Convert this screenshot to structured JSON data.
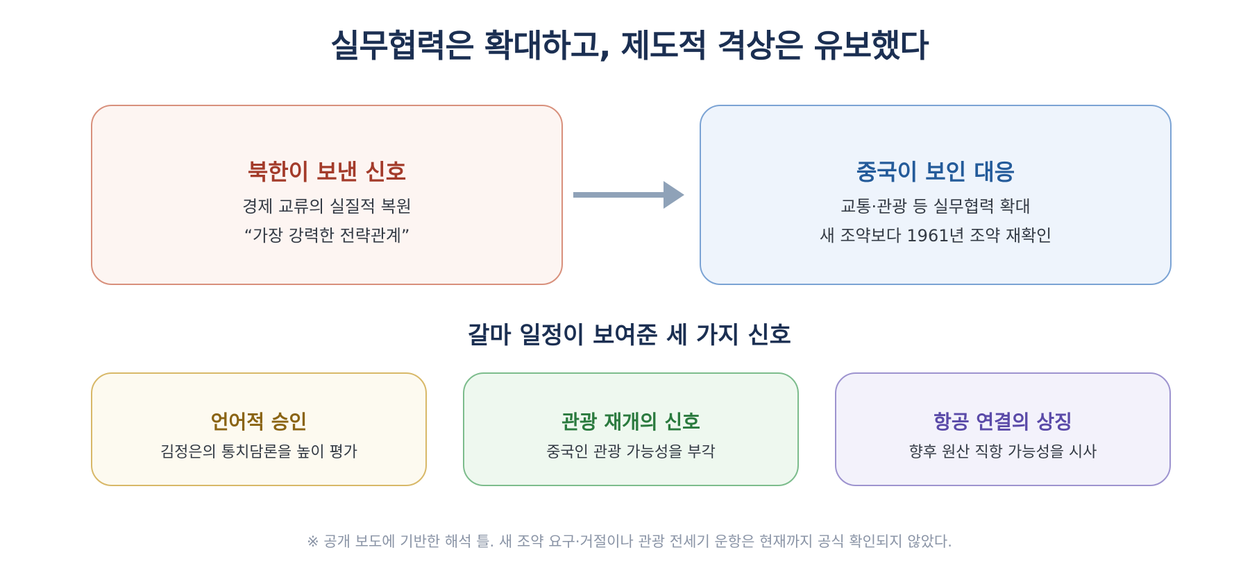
{
  "title": "실무협력은 확대하고, 제도적 격상은 유보했다",
  "left_box": {
    "heading": "북한이 보낸 신호",
    "line1": "경제 교류의 실질적 복원",
    "line2": "“가장 강력한 전략관계”"
  },
  "right_box": {
    "heading": "중국이 보인 대응",
    "line1": "교통·관광 등 실무협력 확대",
    "line2": "새 조약보다 1961년 조약 재확인"
  },
  "subtitle": "갈마 일정이 보여준 세 가지 신호",
  "signals": [
    {
      "heading": "언어적 승인",
      "text": "김정은의 통치담론을 높이 평가"
    },
    {
      "heading": "관광 재개의 신호",
      "text": "중국인 관광 가능성을 부각"
    },
    {
      "heading": "항공 연결의 상징",
      "text": "향후 원산 직항 가능성을 시사"
    }
  ],
  "footnote": "※ 공개 보도에 기반한 해석 틀. 새 조약 요구·거절이나 관광 전세기 운항은 현재까지 공식 확인되지 않았다.",
  "colors": {
    "title": "#1b2f52",
    "red_accent": "#a33b2a",
    "blue_accent": "#245b9a",
    "yellow_accent": "#8a6414",
    "green_accent": "#2a7a3e",
    "purple_accent": "#5a4aa8",
    "arrow": "#8fa2b8"
  }
}
